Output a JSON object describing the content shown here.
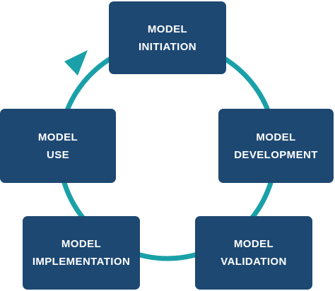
{
  "colors": {
    "box_fill": "#1d4872",
    "box_text": "#ffffff",
    "cycle_ring": "#1aa0a8",
    "background": "#ffffff"
  },
  "cycle": {
    "arrow_icon": "arrowhead-icon",
    "stages": [
      {
        "line1": "MODEL",
        "line2": "INITIATION"
      },
      {
        "line1": "MODEL",
        "line2": "DEVELOPMENT"
      },
      {
        "line1": "MODEL",
        "line2": "VALIDATION"
      },
      {
        "line1": "MODEL",
        "line2": "IMPLEMENTATION"
      },
      {
        "line1": "MODEL",
        "line2": "USE"
      }
    ]
  }
}
